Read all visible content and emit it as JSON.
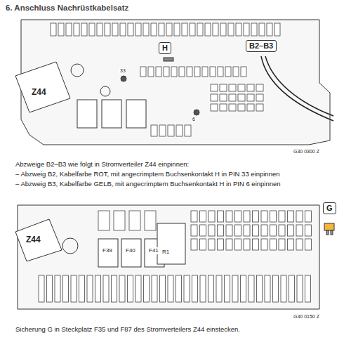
{
  "diagram": {
    "title": "6.   Anschluss Nachrüstkabelsatz",
    "nodes": [
      {
        "text": [
          "H"
        ]
      },
      {
        "text": [
          "B2–B3"
        ]
      },
      {
        "text": [
          "G"
        ]
      }
    ],
    "edges": [],
    "labels": [
      "Z44",
      "33",
      "6",
      "G30 0300 Z",
      "Abzweige B2–B3 wie folgt in Stromverteiler Z44 einpinnen:",
      "– Abzweig B2, Kabelfarbe ROT, mit angecrimptem Buchsenkontakt H in PIN 33 einpinnen",
      "– Abzweig B3, Kabelfarbe GELB, mit angecrimptem Buchsenkontakt H in PIN 6 einpinnen",
      "Z44",
      "F39",
      "F40",
      "F41",
      "R1",
      "G30 0150 Z",
      "Sicherung G in Steckplatz F35 und F87 des Stromverteilers Z44 einstecken."
    ]
  }
}
